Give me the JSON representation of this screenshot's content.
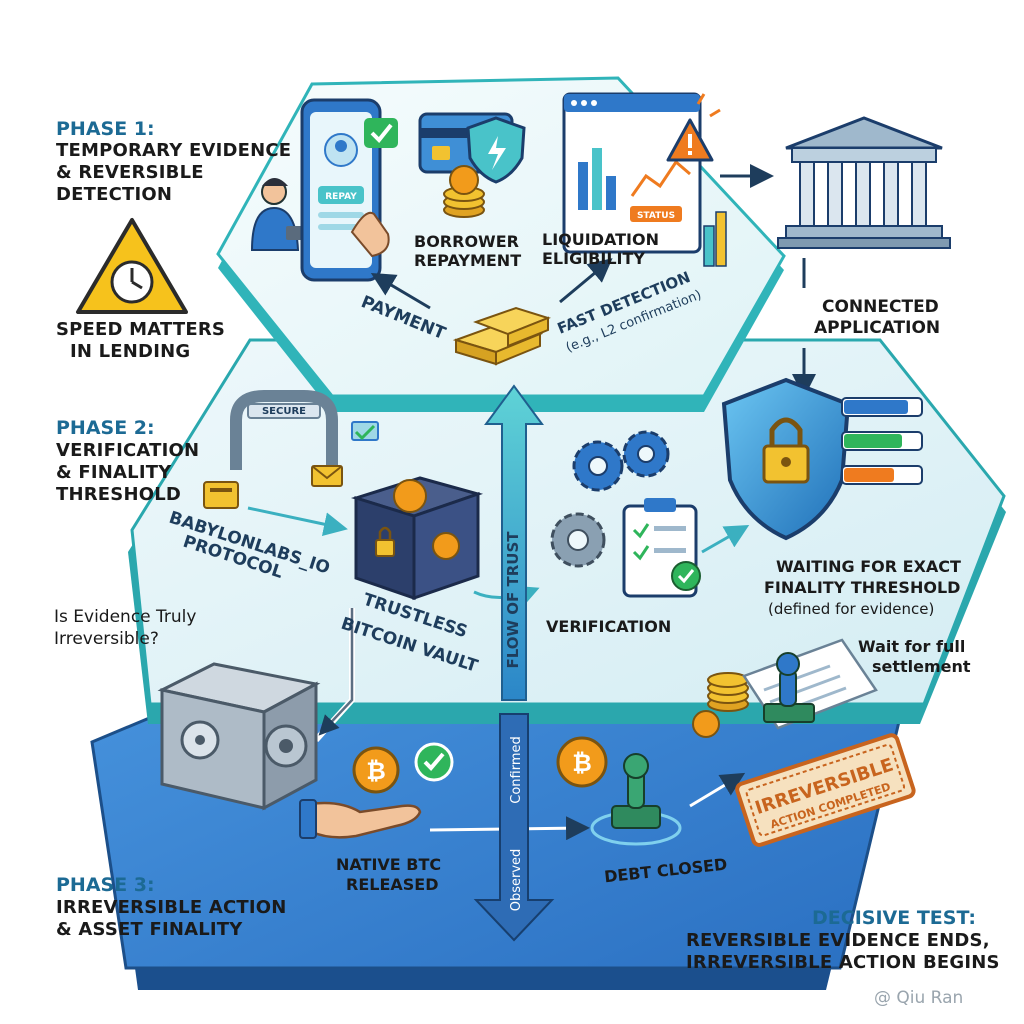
{
  "phases": {
    "phase1": {
      "heading": "PHASE 1:",
      "line1": "TEMPORARY EVIDENCE",
      "line2": "& REVERSIBLE",
      "line3": "DETECTION"
    },
    "phase2": {
      "heading": "PHASE 2:",
      "line1": "VERIFICATION",
      "line2": "& FINALITY",
      "line3": "THRESHOLD"
    },
    "phase3": {
      "heading": "PHASE 3:",
      "line1": "IRREVERSIBLE ACTION",
      "line2": "& ASSET FINALITY"
    }
  },
  "side_notes": {
    "speed_line1": "SPEED MATTERS",
    "speed_line2": "IN LENDING",
    "question_line1": "Is Evidence Truly",
    "question_line2": "Irreversible?"
  },
  "top_layer": {
    "screen_button": "REPAY",
    "chart_status": "STATUS",
    "borrower_line1": "BORROWER",
    "borrower_line2": "REPAYMENT",
    "liquidation_line1": "LIQUIDATION",
    "liquidation_line2": "ELIGIBILITY",
    "payment": "PAYMENT",
    "fast_detection": "FAST DETECTION",
    "fast_detection_note": "(e.g., L2 confirmation)"
  },
  "connected_app": {
    "line1": "CONNECTED",
    "line2": "APPLICATION"
  },
  "middle_layer": {
    "gate_label": "SECURE",
    "protocol_line1": "BABYLONLABS_IO",
    "protocol_line2": "PROTOCOL",
    "vault_line1": "TRUSTLESS",
    "vault_line2": "BITCOIN VAULT",
    "verification": "VERIFICATION",
    "waiting_line1": "WAITING FOR EXACT",
    "waiting_line2": "FINALITY THRESHOLD",
    "waiting_line3": "(defined for evidence)"
  },
  "flow": {
    "label": "FLOW OF TRUST",
    "observed": "Observed",
    "confirmed": "Confirmed"
  },
  "bottom_layer": {
    "wait_line1": "Wait for full",
    "wait_line2": "settlement",
    "btc_line1": "NATIVE BTC",
    "btc_line2": "RELEASED",
    "debt_closed": "DEBT CLOSED",
    "stamp_line1": "IRREVERSIBLE",
    "stamp_line2": "ACTION COMPLETED"
  },
  "decisive": {
    "heading": "DECISIVE TEST:",
    "line1": "REVERSIBLE EVIDENCE ENDS,",
    "line2": "IRREVERSIBLE ACTION BEGINS"
  },
  "watermark": "@ Qiu Ran",
  "colors": {
    "phase_blue": "#1c6a94",
    "layer_teal": "#2fb5b8",
    "layer_blue": "#2f78c9",
    "arrow_teal": "#49c3c9",
    "bitcoin_orange": "#f29b1b",
    "gold": "#f2c230",
    "stamp_orange": "#c8641e",
    "check_green": "#2fb55b",
    "warning_yellow": "#f6c21c",
    "alert_orange": "#ef7b1f"
  },
  "icons": [
    "warning-clock-icon",
    "phone-icon",
    "credit-card-icon",
    "shield-icon",
    "coin-stack-icon",
    "browser-chart-icon",
    "alert-icon",
    "bank-icon",
    "gold-bars-icon",
    "security-gate-icon",
    "vault-box-icon",
    "gears-icon",
    "clipboard-icon",
    "padlock-shield-icon",
    "safe-icon",
    "bitcoin-icon",
    "check-icon",
    "hand-icon",
    "stamp-icon",
    "document-icon"
  ]
}
